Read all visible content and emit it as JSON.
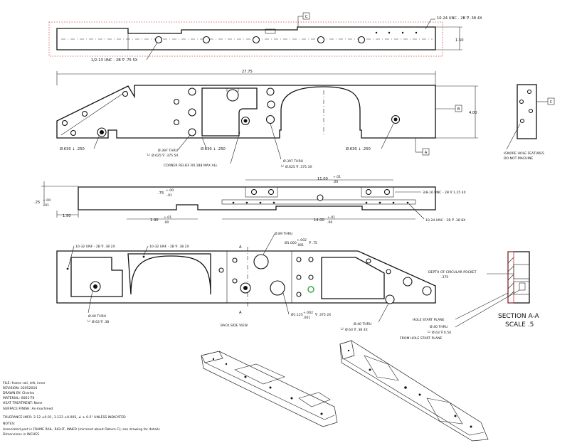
{
  "datums": {
    "a": "A",
    "b": "B",
    "c": "C"
  },
  "top_view": {
    "thread_right": "10-24 UNC - 2B ∇ .38 4X",
    "thread_left": "1/2-13 UNC - 2B ∇ .75 5X",
    "height_dim": "1.50"
  },
  "front_view": {
    "length_dim": "27.75",
    "height_dim": "4.00",
    "cb_left": "Ø.630 ↓ .250",
    "cb_mid": "Ø.630 ↓ .250",
    "cb_right": "Ø.630 ↓ .250",
    "hole_thru_1": "Ø.397 THRU",
    "hole_thru_1_cb": "└┘ Ø.625 ∇ .375 5X",
    "hole_thru_2": "Ø.397 THRU",
    "hole_thru_2_cb": "└┘ Ø.625 ∇ .375 3X",
    "corner_relief": "CORNER RELIEF R0.188 MAX ALL",
    "ignore_note_1": "IGNORE HOLE FEATURES",
    "ignore_note_2": "DO NOT MACHINE"
  },
  "bottom_view": {
    "dim_1100": "11.00",
    "tol_1100_up": "+.01",
    "tol_1100_dn": ".00",
    "dim_75": ".75",
    "tol_75_up": "+.00",
    "tol_75_dn": "-.01",
    "dim_25": ".25",
    "tol_25_up": "+.00",
    "tol_25_dn": "-.01",
    "dim_150": "1.50",
    "dim_190": "1.90",
    "tol_190_up": "+.01",
    "tol_190_dn": ".00",
    "dim_1400": "14.00",
    "tol_1400_up": "+.01",
    "tol_1400_dn": ".00",
    "thread_38": "3/8-16 UNC - 2B ∇ 1.25 4X",
    "thread_1024": "10-24 UNC - 2B ∇ .38 8X"
  },
  "back_view": {
    "thread_1032_a": "10-32 UNF - 2B ∇ .38 2X",
    "thread_1032_b": "10-32 UNF - 2B ∇ .38 2X",
    "hole_89": "Ø.89 THRU",
    "hole_1000": "Ø1.000",
    "tol_1000_up": "+.002",
    "tol_1000_dn": ".001",
    "depth_75": "∇ .75",
    "hole_1125": "Ø1.125",
    "tol_1125_up": "+.002",
    "tol_1125_dn": ".001",
    "depth_375": "∇ .375 2X",
    "hole_40_left": "Ø.40 THRU",
    "hole_40_left_cb": "└┘ Ø.63 ∇ .38",
    "hole_40_right": "Ø.40 THRU",
    "hole_40_right_cb": "└┘ Ø.63 ∇ .38 3X",
    "view_label": "BACK SIDE VIEW",
    "section_mark_top": "A",
    "section_mark_bottom": "A"
  },
  "section": {
    "pocket_note": "DEPTH OF CIRCULAR POCKET",
    "pocket_depth": ".375",
    "hole_start_plane": "HOLE START PLANE",
    "hole_thru": "Ø.40 THRU",
    "hole_cb": "└┘ Ø.63 ∇ 0.50",
    "from_plane": "FROM HOLE START PLANE",
    "title": "SECTION A-A",
    "scale": "SCALE .5"
  },
  "title_block": [
    "FILE: frame rail, left, inner",
    "REVISION: 02052016",
    "DRAWN BY: Charles",
    "MATERIAL: 6061-T6",
    "HEAT TREATMENT: None",
    "SURFACE FINISH: As-machined",
    "TOLERANCE INFO: 2.12 ±0.01, 3.123 ±0.005, ∠ ± 0.5° UNLESS INDICATED",
    "NOTES:",
    "Associated part is FRAME RAIL, RIGHT, INNER (mirrored about Datum C); see drawing for details",
    "Dimensions in INCHES"
  ]
}
